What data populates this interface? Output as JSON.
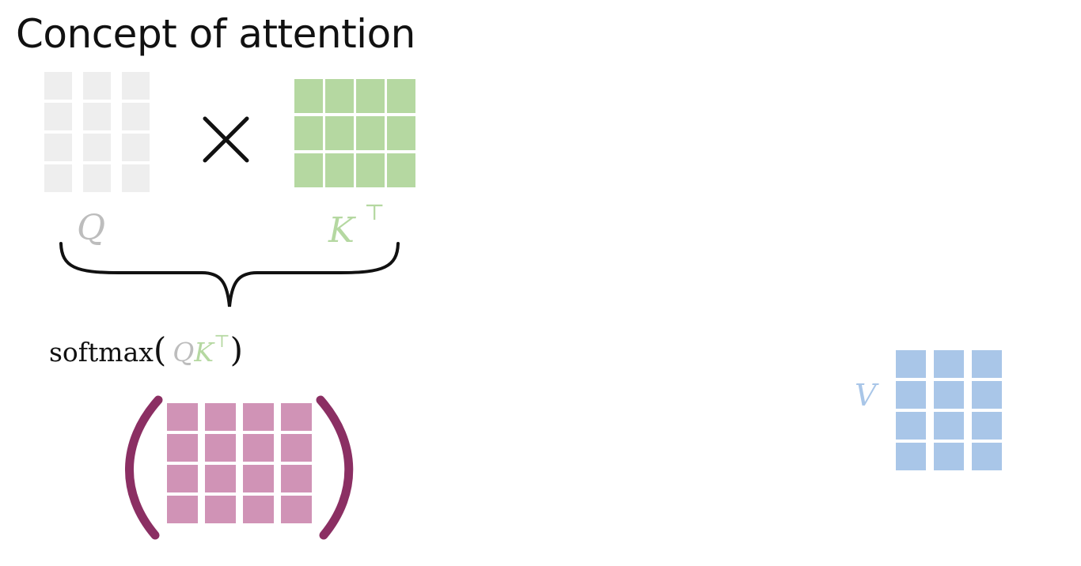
{
  "slide": {
    "title": "Concept of attention"
  },
  "matrices": {
    "query": {
      "label": "Q",
      "rows": 4,
      "cols": 3,
      "color": "#eeeeee",
      "label_color": "#bdbdbd"
    },
    "key_transpose": {
      "label": "K",
      "superscript": "⊤",
      "rows": 3,
      "cols": 4,
      "color": "#b5d8a1"
    },
    "softmax_result": {
      "rows": 4,
      "cols": 4,
      "color": "#d093b6",
      "paren_color": "#8b2f63"
    },
    "value": {
      "label": "V",
      "rows": 4,
      "cols": 3,
      "color": "#a9c6e8"
    }
  },
  "operator": {
    "symbol": "×",
    "icon": "multiply-icon"
  },
  "formula": {
    "function": "softmax",
    "open_paren": "(",
    "q": "Q",
    "k": "K",
    "sup": "⊤",
    "close_paren": ")"
  },
  "brace": {
    "icon": "curly-brace-icon",
    "color": "#111111"
  }
}
